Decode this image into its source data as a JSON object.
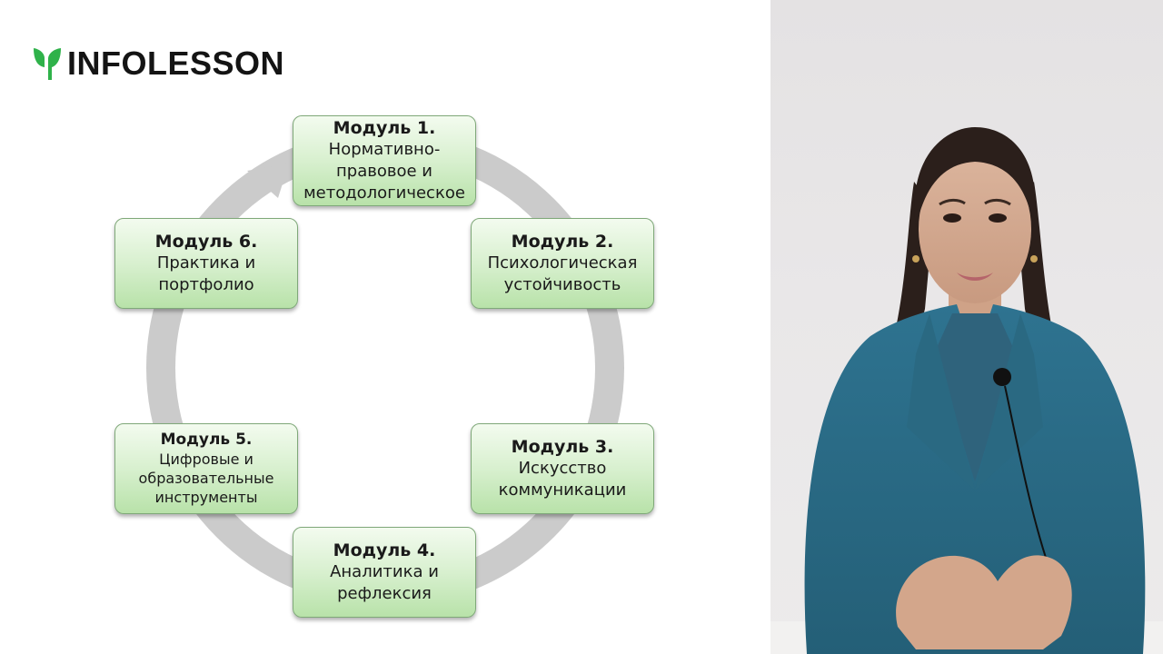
{
  "brand": {
    "name": "INFOLESSON",
    "accent": "#2fb24a"
  },
  "modules": [
    {
      "title": "Модуль 1.",
      "body": "Нормативно-правовое и методологическое"
    },
    {
      "title": "Модуль 2.",
      "body": "Психологическая устойчивость"
    },
    {
      "title": "Модуль 3.",
      "body": "Искусство коммуникации"
    },
    {
      "title": "Модуль 4.",
      "body": "Аналитика и рефлексия"
    },
    {
      "title": "Модуль 5.",
      "body": "Цифровые и образовательные инструменты"
    },
    {
      "title": "Модуль 6.",
      "body": "Практика и портфолио"
    }
  ],
  "colors": {
    "box_fill_top": "#f3fbef",
    "box_fill_bottom": "#b8e2a9",
    "box_border": "#7fa879",
    "ring": "#cbcbcb",
    "jacket": "#2a6c86"
  }
}
